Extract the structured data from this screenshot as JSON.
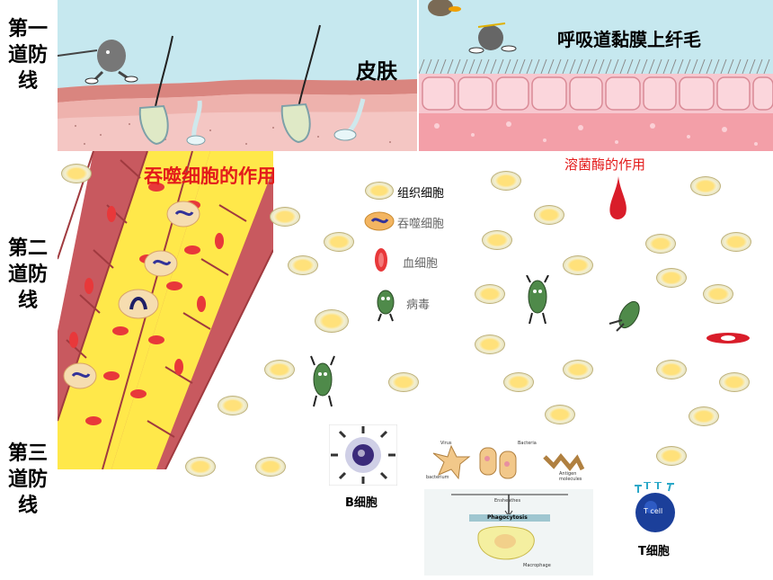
{
  "side_labels": {
    "first": "第一道防线",
    "second": "第二道防线",
    "third": "第三道防线"
  },
  "first_line": {
    "skin_title": "皮肤",
    "mucosa_title": "呼吸道黏膜上纤毛"
  },
  "second_line": {
    "phagocytosis_title": "吞噬细胞的作用",
    "lysozyme_title": "溶菌酶的作用",
    "legend": [
      {
        "label": "组织细胞",
        "icon": "tissue-cell-icon"
      },
      {
        "label": "吞噬细胞",
        "icon": "phagocyte-icon"
      },
      {
        "label": "血细胞",
        "icon": "blood-cell-icon"
      },
      {
        "label": "病毒",
        "icon": "virus-icon"
      }
    ]
  },
  "third_line": {
    "b_cell_label": "B细胞",
    "t_cell_label": "T细胞",
    "t_cell_inner": "T cell",
    "figure_labels": {
      "virus": "Virus",
      "bacteria": "Bacteria",
      "bacterium": "bacterium",
      "antigen": "Antigen molecules",
      "engulf": "Ensheathes",
      "phagocytosis": "Phagocytosis",
      "macrophage": "Macrophage"
    }
  },
  "colors": {
    "skin_sky": "#c6e8ef",
    "skin_tissue": "#f4c6c3",
    "mucosa_tissue": "#f39fa8",
    "vessel_yellow": "#ffe84a",
    "vessel_wall": "#e07070",
    "red_cell": "#e8383a"
  }
}
